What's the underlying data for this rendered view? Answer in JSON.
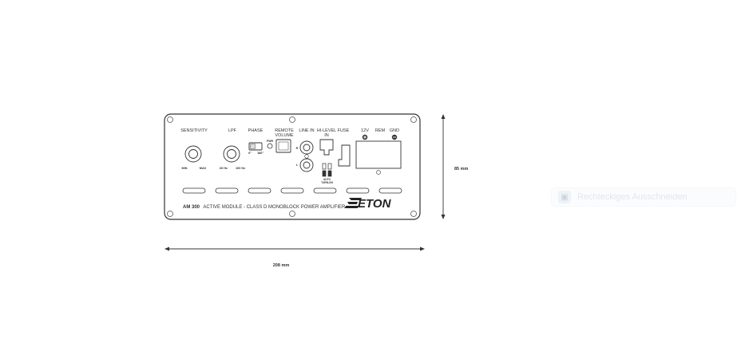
{
  "panel": {
    "labels": {
      "sensitivity": "SENSITIVITY",
      "lpf": "LPF",
      "phase": "PHASE",
      "remote_volume": [
        "REMOTE",
        "VOLUME"
      ],
      "line_in": "LINE IN",
      "hilevel_in": [
        "HI-LEVEL",
        "IN"
      ],
      "fuse": "FUSE",
      "v12": "12V",
      "rem": "REM",
      "gnd": "GND",
      "min": "MIN",
      "max": "MAX",
      "hz60": "60 Hz",
      "hz100": "100 Hz",
      "deg0": "0°",
      "deg180": "180°",
      "pwr": "PWR",
      "line_r": "R",
      "line_l": "L",
      "auto_turn_on": [
        "AUTO",
        "TURN-ON"
      ],
      "plus": "+",
      "minus": "−"
    },
    "model_bold": "AM 300",
    "model_desc": "ACTIVE MODULE - CLASS D MONOBLOCK POWER AMPLIFIER",
    "brand": "ETON"
  },
  "dimensions": {
    "width": "208 mm",
    "height": "85 mm"
  },
  "ghost_button": {
    "label": "Rechteckiges Ausschneiden",
    "icon": "crop-icon"
  }
}
